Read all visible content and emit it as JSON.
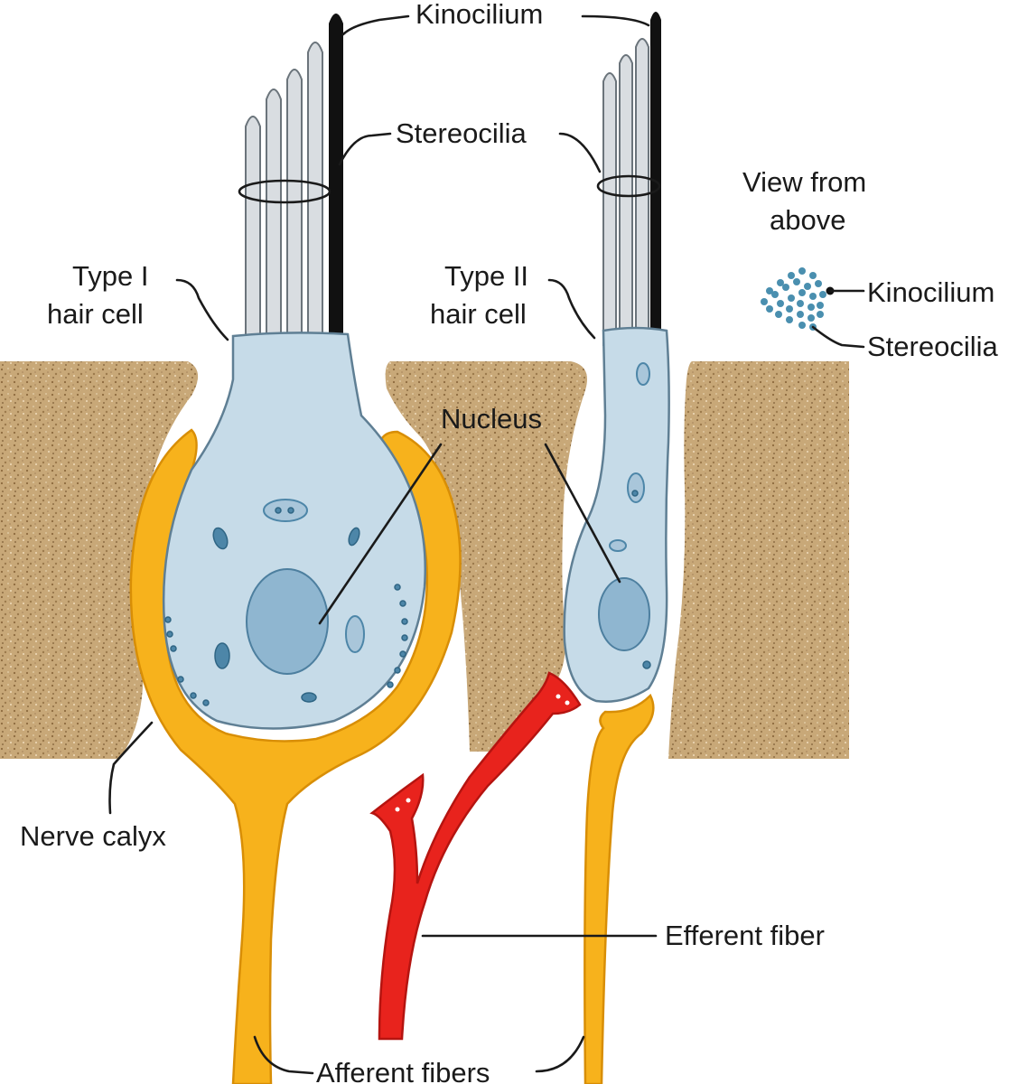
{
  "labels": {
    "kinocilium_top": "Kinocilium",
    "stereocilia_top": "Stereocilia",
    "type1_line1": "Type I",
    "type1_line2": "hair cell",
    "type2_line1": "Type II",
    "type2_line2": "hair cell",
    "view_line1": "View from",
    "view_line2": "above",
    "view_kinocilium": "Kinocilium",
    "view_stereocilia": "Stereocilia",
    "nucleus": "Nucleus",
    "nerve_calyx": "Nerve calyx",
    "efferent_fiber": "Efferent fiber",
    "afferent_fibers": "Afferent fibers"
  },
  "colors": {
    "tissue": "#c8a878",
    "hair_cell": "#c6dbe8",
    "afferent": "#f7b21c",
    "efferent": "#e8231d",
    "kinocilium": "#111111",
    "stereocilia": "#d9dde1"
  }
}
